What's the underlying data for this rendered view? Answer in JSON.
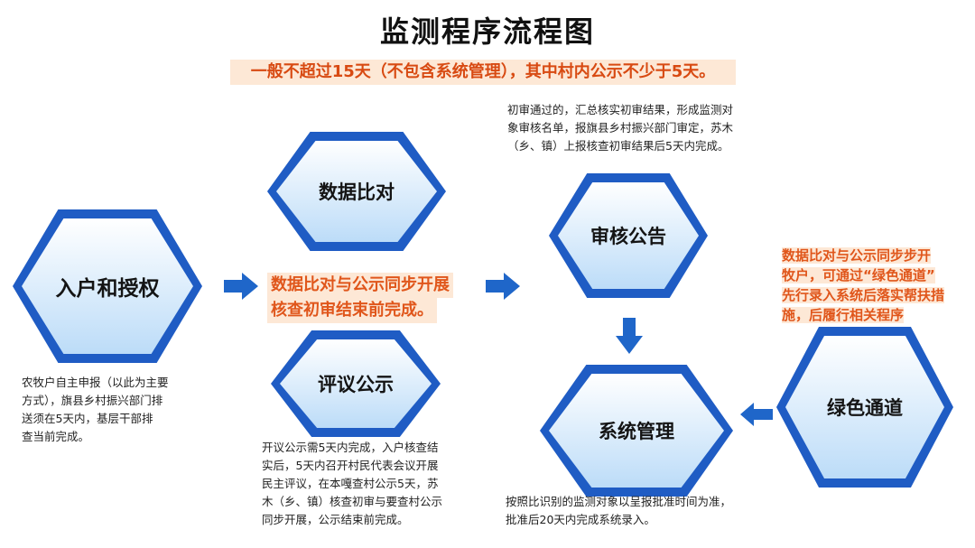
{
  "title": "监测程序流程图",
  "banner": "一般不超过15天（不包含系统管理），其中村内公示不少于5天。",
  "nodes": {
    "entry": "入户和授权",
    "compare": "数据比对",
    "review": "评议公示",
    "audit": "审核公告",
    "system": "系统管理",
    "green": "绿色通道"
  },
  "notes": {
    "entry": [
      "农牧户自主申报（以此为主要",
      "方式），旗县乡村振兴部门排",
      "送须在5天内，基层干部排",
      "查当前完成。"
    ],
    "audit": [
      "初审通过的，汇总核实初审结果，形成监测对",
      "象审核名单，报旗县乡村振兴部门审定，苏木",
      "（乡、镇）上报核查初审结果后5天内完成。"
    ],
    "review": [
      "开议公示需5天内完成，入户核查结",
      "实后，5天内召开村民代表会议开展",
      "民主评议，在本嘎查村公示5天，苏",
      "木（乡、镇）核查初审与要查村公示",
      "同步开展，公示结束前完成。"
    ],
    "system": [
      "按照比识别的监测对象以呈报批准时间为准，",
      "批准后20天内完成系统录入。"
    ]
  },
  "highlight_middle": [
    "数据比对与公示同步开展",
    "核查初审结束前完成。"
  ],
  "highlight_right": [
    "数据比对与公示同步步开",
    "牧户，可通过“绿色通道”",
    "先行录入系统后落实帮扶措",
    "施，后履行相关程序"
  ],
  "colors": {
    "hex_outer": "#1f5cc4",
    "hex_inner_top": "#ffffff",
    "hex_inner_bottom": "#bcdcf8",
    "arrow": "#1f66c9",
    "accent": "#e0561b",
    "highlight_bg": "#fde8d6"
  }
}
